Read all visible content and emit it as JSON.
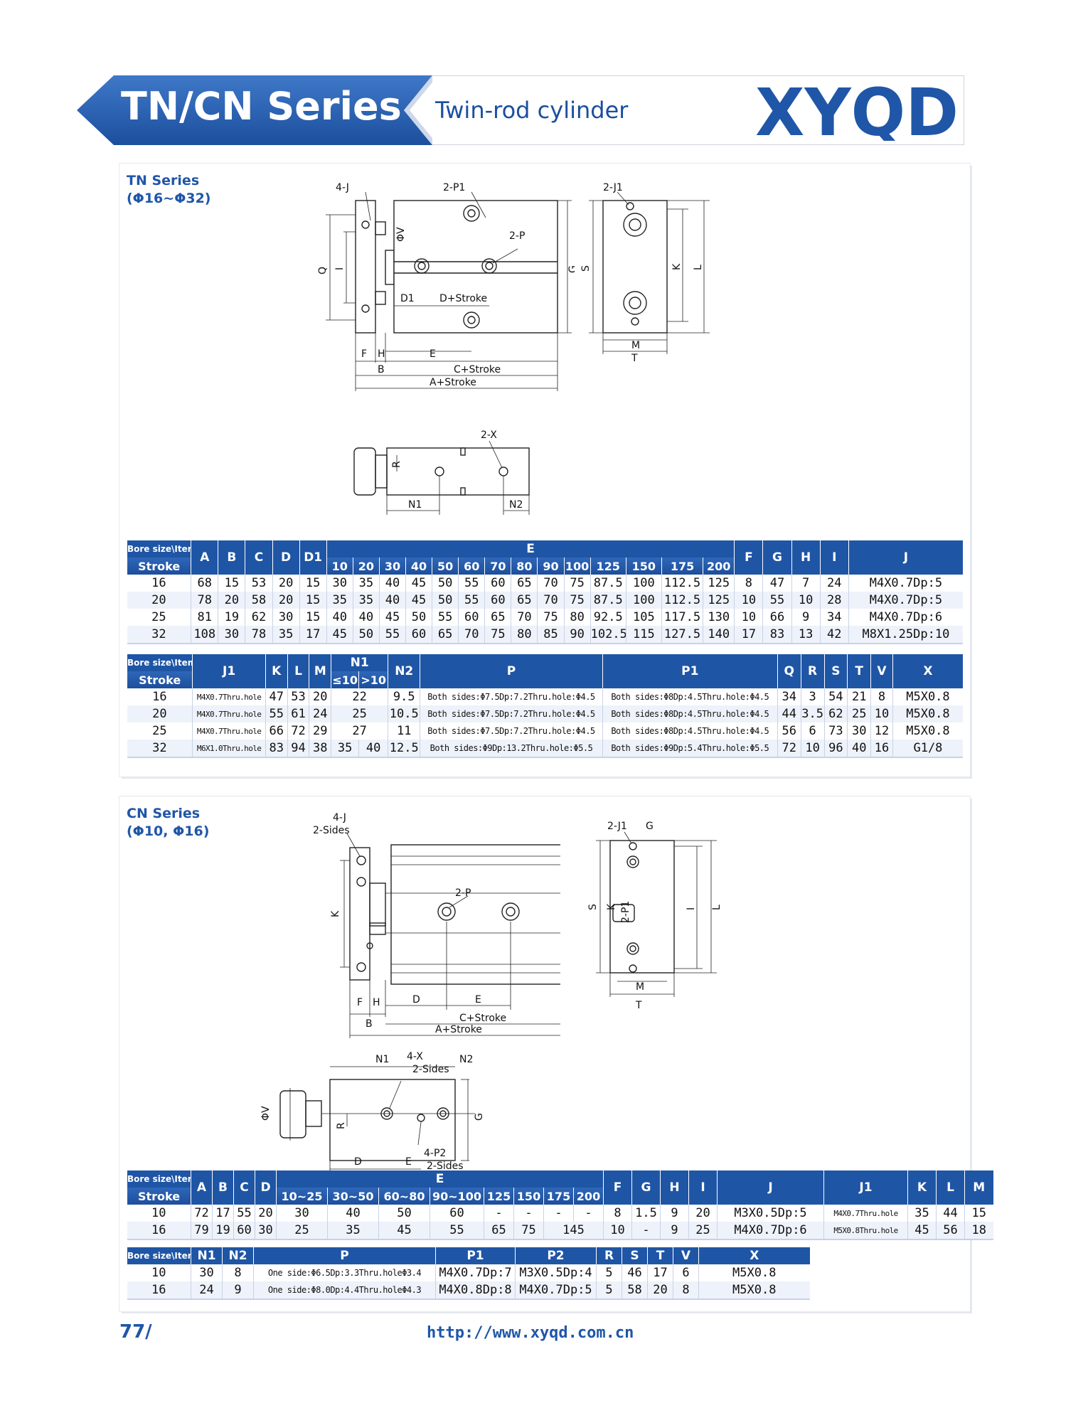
{
  "header": {
    "series_title": "TN/CN Series",
    "subtitle": "Twin-rod cylinder",
    "brand": "XYQD",
    "accent_color": "#1f56a8"
  },
  "tn": {
    "title": "TN Series",
    "bore_range": "(Φ16~Φ32)",
    "drawing_labels": {
      "four_j": "4-J",
      "two_p1": "2-P1",
      "two_p": "2-P",
      "two_j1": "2-J1",
      "two_x": "2-X",
      "phi_v": "ΦV",
      "q": "Q",
      "i": "I",
      "g": "G",
      "d1": "D1",
      "d_stroke": "D+Stroke",
      "f": "F",
      "h": "H",
      "e": "E",
      "b": "B",
      "c_stroke": "C+Stroke",
      "a_stroke": "A+Stroke",
      "s": "S",
      "k": "K",
      "l": "L",
      "m": "M",
      "t": "T",
      "r": "R",
      "n1": "N1",
      "n2": "N2"
    },
    "table1": {
      "corner_top": "Bore size\\Item",
      "corner_bottom": "Stroke",
      "columns": [
        "A",
        "B",
        "C",
        "D",
        "D1",
        "E",
        "F",
        "G",
        "H",
        "I",
        "J"
      ],
      "e_sub": [
        "10",
        "20",
        "30",
        "40",
        "50",
        "60",
        "70",
        "80",
        "90",
        "100",
        "125",
        "150",
        "175",
        "200"
      ],
      "rows": [
        [
          "16",
          "68",
          "15",
          "53",
          "20",
          "15",
          "30",
          "35",
          "40",
          "45",
          "50",
          "55",
          "60",
          "65",
          "70",
          "75",
          "87.5",
          "100",
          "112.5",
          "125",
          "8",
          "47",
          "7",
          "24",
          "M4X0.7Dp:5"
        ],
        [
          "20",
          "78",
          "20",
          "58",
          "20",
          "15",
          "35",
          "35",
          "40",
          "45",
          "50",
          "55",
          "60",
          "65",
          "70",
          "75",
          "87.5",
          "100",
          "112.5",
          "125",
          "10",
          "55",
          "10",
          "28",
          "M4X0.7Dp:5"
        ],
        [
          "25",
          "81",
          "19",
          "62",
          "30",
          "15",
          "40",
          "40",
          "45",
          "50",
          "55",
          "60",
          "65",
          "70",
          "75",
          "80",
          "92.5",
          "105",
          "117.5",
          "130",
          "10",
          "66",
          "9",
          "34",
          "M4X0.7Dp:6"
        ],
        [
          "32",
          "108",
          "30",
          "78",
          "35",
          "17",
          "45",
          "50",
          "55",
          "60",
          "65",
          "70",
          "75",
          "80",
          "85",
          "90",
          "102.5",
          "115",
          "127.5",
          "140",
          "17",
          "83",
          "13",
          "42",
          "M8X1.25Dp:10"
        ]
      ]
    },
    "table2": {
      "corner_top": "Bore size\\Item",
      "corner_bottom": "Stroke",
      "columns": [
        "J1",
        "K",
        "L",
        "M",
        "N1",
        "N2",
        "P",
        "P1",
        "Q",
        "R",
        "S",
        "T",
        "V",
        "X"
      ],
      "n1_sub": [
        "≤10",
        ">10"
      ],
      "rows": [
        [
          "16",
          "M4X0.7Thru.hole",
          "47",
          "53",
          "20",
          "22",
          "9.5",
          "Both sides:Φ7.5Dp:7.2Thru.hole:Φ4.5",
          "Both sides:Φ8Dp:4.5Thru.hole:Φ4.5",
          "34",
          "3",
          "54",
          "21",
          "8",
          "M5X0.8"
        ],
        [
          "20",
          "M4X0.7Thru.hole",
          "55",
          "61",
          "24",
          "25",
          "10.5",
          "Both sides:Φ7.5Dp:7.2Thru.hole:Φ4.5",
          "Both sides:Φ8Dp:4.5Thru.hole:Φ4.5",
          "44",
          "3.5",
          "62",
          "25",
          "10",
          "M5X0.8"
        ],
        [
          "25",
          "M4X0.7Thru.hole",
          "66",
          "72",
          "29",
          "27",
          "11",
          "Both sides:Φ7.5Dp:7.2Thru.hole:Φ4.5",
          "Both sides:Φ8Dp:4.5Thru.hole:Φ4.5",
          "56",
          "6",
          "73",
          "30",
          "12",
          "M5X0.8"
        ],
        [
          "32",
          "M6X1.0Thru.hole",
          "83",
          "94",
          "38",
          "35",
          "40",
          "12.5",
          "Both sides:Φ9Dp:13.2Thru.hole:Φ5.5",
          "Both sides:Φ9Dp:5.4Thru.hole:Φ5.5",
          "72",
          "10",
          "96",
          "40",
          "16",
          "G1/8"
        ]
      ]
    }
  },
  "cn": {
    "title": "CN Series",
    "bore_range": "(Φ10, Φ16)",
    "drawing_labels": {
      "four_j": "4-J",
      "two_sides": "2-Sides",
      "two_p": "2-P",
      "two_j1": "2-J1",
      "g": "G",
      "k": "K",
      "i": "I",
      "f": "F",
      "h": "H",
      "d": "D",
      "e": "E",
      "b": "B",
      "c_stroke": "C+Stroke",
      "a_stroke": "A+Stroke",
      "s": "S",
      "two_p1": "2-P1",
      "l": "L",
      "m": "M",
      "t": "T",
      "n1": "N1",
      "four_x": "4-X",
      "n2": "N2",
      "phi_v": "ΦV",
      "r": "R",
      "four_p2": "4-P2"
    },
    "table1": {
      "corner_top": "Bore size\\Item",
      "corner_bottom": "Stroke",
      "columns": [
        "A",
        "B",
        "C",
        "D",
        "E",
        "F",
        "G",
        "H",
        "I",
        "J",
        "J1",
        "K",
        "L",
        "M"
      ],
      "e_sub": [
        "10~25",
        "30~50",
        "60~80",
        "90~100",
        "125",
        "150",
        "175",
        "200"
      ],
      "rows": [
        [
          "10",
          "72",
          "17",
          "55",
          "20",
          "30",
          "40",
          "50",
          "60",
          "-",
          "-",
          "-",
          "-",
          "8",
          "1.5",
          "9",
          "20",
          "M3X0.5Dp:5",
          "M4X0.7Thru.hole",
          "35",
          "44",
          "15"
        ],
        [
          "16",
          "79",
          "19",
          "60",
          "30",
          "25",
          "35",
          "45",
          "55",
          "65",
          "75",
          "145",
          "",
          "10",
          "-",
          "9",
          "25",
          "M4X0.7Dp:6",
          "M5X0.8Thru.hole",
          "45",
          "56",
          "18"
        ]
      ]
    },
    "table2": {
      "corner_top": "Bore size\\Item",
      "columns": [
        "N1",
        "N2",
        "P",
        "P1",
        "P2",
        "R",
        "S",
        "T",
        "V",
        "X"
      ],
      "rows": [
        [
          "10",
          "30",
          "8",
          "One side:Φ6.5Dp:3.3Thru.holeΦ3.4",
          "M4X0.7Dp:7",
          "M3X0.5Dp:4",
          "5",
          "46",
          "17",
          "6",
          "M5X0.8"
        ],
        [
          "16",
          "24",
          "9",
          "One side:Φ8.0Dp:4.4Thru.holeΦ4.3",
          "M4X0.8Dp:8",
          "M4X0.7Dp:5",
          "5",
          "58",
          "20",
          "8",
          "M5X0.8"
        ]
      ]
    }
  },
  "footer": {
    "page_number": "77/",
    "url": "http://www.xyqd.com.cn"
  }
}
